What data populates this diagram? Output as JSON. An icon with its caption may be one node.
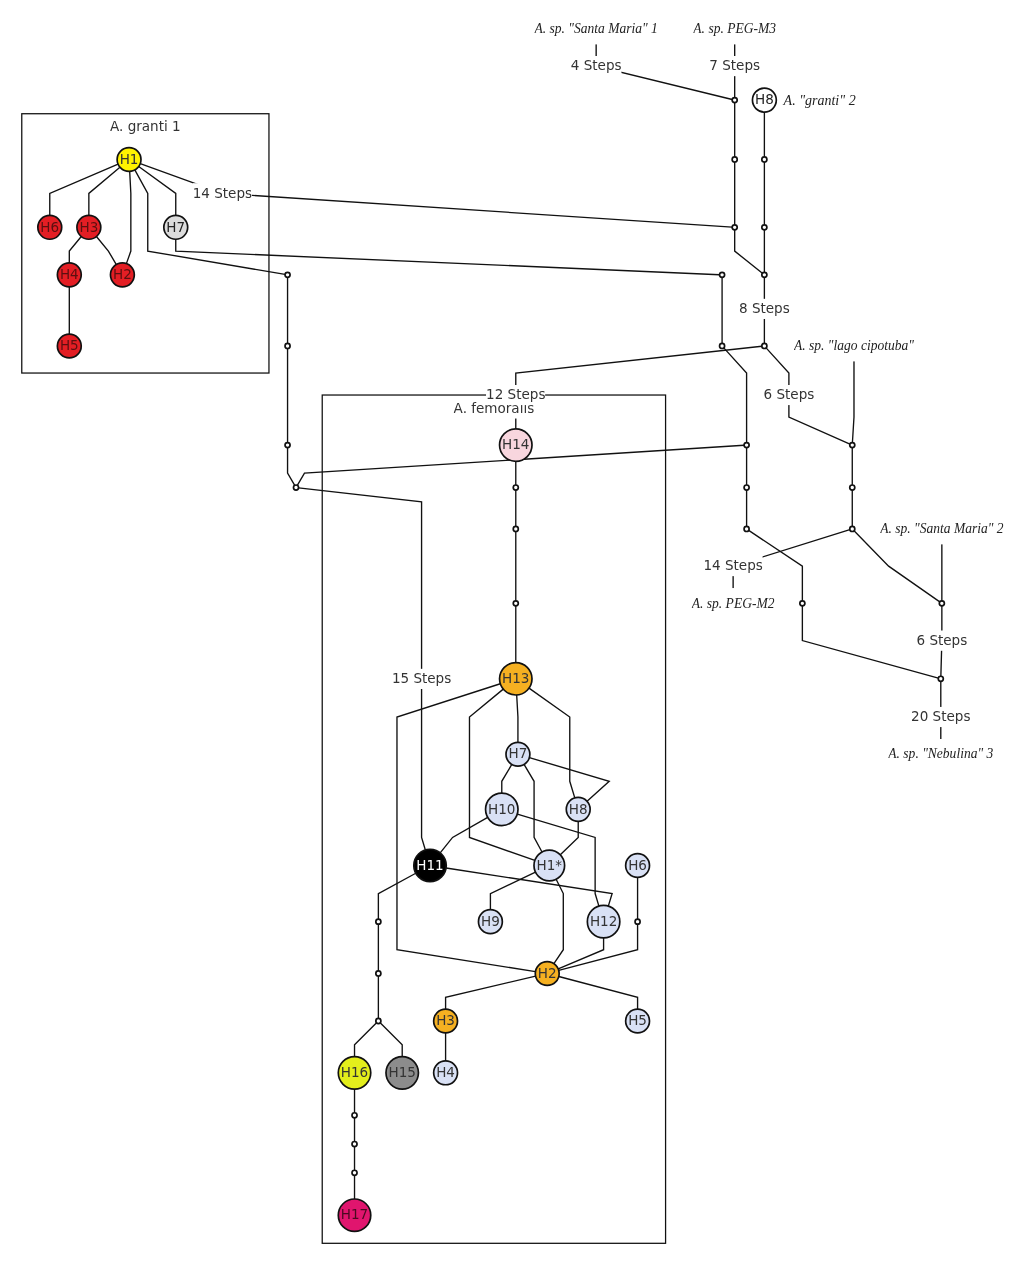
{
  "diagram": {
    "nodes": [
      {
        "text": [
          "A. granti 1"
        ]
      },
      {
        "text": [
          "H6"
        ],
        "in": 0
      },
      {
        "text": [
          "H3"
        ],
        "in": 0
      },
      {
        "text": [
          "H4"
        ],
        "in": 0
      },
      {
        "text": [
          "H5"
        ],
        "in": 0
      },
      {
        "text": [
          "H1"
        ],
        "in": 0
      },
      {
        "text": [
          "H2"
        ],
        "in": 0
      },
      {
        "text": [
          "H7"
        ],
        "in": 0
      },
      {
        "text": [
          "A. sp. \"Santa Maria\" 1"
        ]
      },
      {
        "text": [],
        "shape": "circle"
      },
      {
        "text": [],
        "shape": "circle"
      },
      {
        "text": [],
        "shape": "circle"
      },
      {
        "text": [],
        "shape": "circle"
      },
      {
        "text": [
          "A. sp. PEG-M3"
        ]
      },
      {
        "text": [],
        "shape": "circle"
      },
      {
        "text": [],
        "shape": "circle"
      },
      {
        "text": [],
        "shape": "circle"
      },
      {
        "text": [
          "H8"
        ],
        "beside": [
          "A. \"granti\" 2"
        ]
      },
      {
        "text": [],
        "shape": "circle"
      },
      {
        "text": [],
        "shape": "circle"
      },
      {
        "text": [],
        "shape": "circle"
      },
      {
        "text": [
          "A. sp. \"Santa Maria\" 2"
        ]
      },
      {
        "text": [],
        "shape": "circle"
      },
      {
        "text": [],
        "shape": "circle"
      },
      {
        "text": [],
        "shape": "circle"
      },
      {
        "text": [],
        "shape": "circle"
      },
      {
        "text": [],
        "shape": "circle"
      },
      {
        "text": [
          "A. sp. \"lago cipotuba\""
        ]
      },
      {
        "text": [],
        "shape": "circle"
      },
      {
        "text": [],
        "shape": "circle"
      },
      {
        "text": [],
        "shape": "circle"
      },
      {
        "text": [],
        "shape": "circle"
      },
      {
        "text": [],
        "shape": "circle"
      },
      {
        "text": [],
        "shape": "circle"
      },
      {
        "text": [],
        "shape": "circle"
      },
      {
        "text": [
          "A. sp. PEG-M2"
        ]
      },
      {
        "text": [
          "A. sp. \"Nebulina\" 3"
        ]
      },
      {
        "text": [
          "A. femoralis"
        ]
      },
      {
        "text": [
          "H14"
        ],
        "in": 37
      },
      {
        "text": [
          "H7"
        ],
        "in": 37
      },
      {
        "text": [
          "H10"
        ],
        "in": 37
      },
      {
        "text": [
          "H11"
        ],
        "in": 37
      },
      {
        "text": [],
        "shape": "circle",
        "in": 37
      },
      {
        "text": [],
        "shape": "circle",
        "in": 37
      },
      {
        "text": [],
        "shape": "circle",
        "in": 37
      },
      {
        "text": [
          "H16"
        ],
        "in": 37
      },
      {
        "text": [],
        "shape": "circle",
        "in": 37
      },
      {
        "text": [
          "H15"
        ],
        "in": 37
      },
      {
        "text": [],
        "shape": "circle",
        "in": 37
      },
      {
        "text": [
          "H6"
        ],
        "in": 37
      },
      {
        "text": [
          "H12"
        ],
        "in": 37
      },
      {
        "text": [
          "H8"
        ],
        "in": 37
      },
      {
        "text": [],
        "shape": "circle",
        "in": 37
      },
      {
        "text": [],
        "shape": "circle",
        "in": 37
      },
      {
        "text": [
          "H13"
        ],
        "in": 37
      },
      {
        "text": [
          "H1*"
        ],
        "in": 37
      },
      {
        "text": [
          "H9"
        ],
        "in": 37
      },
      {
        "text": [],
        "shape": "circle",
        "in": 37
      },
      {
        "text": [],
        "shape": "circle",
        "in": 37
      },
      {
        "text": [],
        "shape": "circle",
        "in": 37
      },
      {
        "text": [
          "H2"
        ],
        "in": 37
      },
      {
        "text": [
          "H17"
        ],
        "in": 37
      },
      {
        "text": [
          "H3"
        ],
        "in": 37
      },
      {
        "text": [
          "H5"
        ],
        "in": 37
      },
      {
        "text": [
          "H4"
        ],
        "in": 37
      }
    ],
    "edges": [
      {
        "from": 5,
        "to": 1,
        "arrow": "none"
      },
      {
        "from": 5,
        "to": 2,
        "arrow": "none"
      },
      {
        "from": 2,
        "to": 3,
        "arrow": "none"
      },
      {
        "from": 3,
        "to": 4,
        "arrow": "none"
      },
      {
        "from": 2,
        "to": 6,
        "arrow": "none"
      },
      {
        "from": 5,
        "to": 6,
        "arrow": "none"
      },
      {
        "from": 5,
        "to": 7,
        "arrow": "none"
      },
      {
        "from": 5,
        "to": 9,
        "arrow": "none"
      },
      {
        "from": 7,
        "to": 10,
        "arrow": "none"
      },
      {
        "from": 10,
        "to": 11,
        "arrow": "none"
      },
      {
        "from": 11,
        "to": 22,
        "arrow": "none"
      },
      {
        "from": 9,
        "to": 12,
        "arrow": "none"
      },
      {
        "from": 12,
        "to": 23,
        "arrow": "none"
      },
      {
        "from": 23,
        "to": 26,
        "arrow": "none"
      },
      {
        "from": 22,
        "to": 26,
        "arrow": "none"
      },
      {
        "from": 22,
        "to": 24,
        "arrow": "none"
      },
      {
        "from": 24,
        "to": 25,
        "arrow": "none"
      },
      {
        "from": 25,
        "to": 28,
        "arrow": "none"
      },
      {
        "from": 28,
        "to": 34,
        "arrow": "none"
      },
      {
        "from": 5,
        "to": 16,
        "arrow": "none",
        "label": "14 Steps"
      },
      {
        "from": 8,
        "to": 14,
        "arrow": "none",
        "label": "4 Steps"
      },
      {
        "from": 13,
        "to": 14,
        "arrow": "none",
        "label": "7 Steps"
      },
      {
        "from": 14,
        "to": 15,
        "arrow": "none"
      },
      {
        "from": 15,
        "to": 16,
        "arrow": "none"
      },
      {
        "from": 16,
        "to": 20,
        "arrow": "none"
      },
      {
        "from": 17,
        "to": 18,
        "arrow": "none"
      },
      {
        "from": 18,
        "to": 19,
        "arrow": "none"
      },
      {
        "from": 19,
        "to": 20,
        "arrow": "none"
      },
      {
        "from": 20,
        "to": 29,
        "arrow": "none",
        "label": "8 Steps"
      },
      {
        "from": 29,
        "to": 30,
        "arrow": "none",
        "label": "6 Steps"
      },
      {
        "from": 27,
        "to": 30,
        "arrow": "none"
      },
      {
        "from": 30,
        "to": 31,
        "arrow": "none"
      },
      {
        "from": 31,
        "to": 32,
        "arrow": "none"
      },
      {
        "from": 32,
        "to": 35,
        "arrow": "none",
        "label": "14 Steps"
      },
      {
        "from": 32,
        "to": 33,
        "arrow": "none"
      },
      {
        "from": 21,
        "to": 33,
        "arrow": "none"
      },
      {
        "from": 33,
        "to": 34,
        "arrow": "none",
        "label": "6 Steps"
      },
      {
        "from": 34,
        "to": 36,
        "arrow": "none",
        "label": "20 Steps"
      },
      {
        "from": 29,
        "to": 38,
        "arrow": "none",
        "label": "12 Steps"
      },
      {
        "from": 26,
        "to": 41,
        "arrow": "none",
        "label": "15 Steps"
      },
      {
        "from": 38,
        "to": 48,
        "arrow": "none"
      },
      {
        "from": 48,
        "to": 52,
        "arrow": "none"
      },
      {
        "from": 52,
        "to": 53,
        "arrow": "none"
      },
      {
        "from": 53,
        "to": 54,
        "arrow": "none"
      },
      {
        "from": 54,
        "to": 39,
        "arrow": "none"
      },
      {
        "from": 54,
        "to": 51,
        "arrow": "none"
      },
      {
        "from": 54,
        "to": 55,
        "arrow": "none"
      },
      {
        "from": 54,
        "to": 60,
        "arrow": "none"
      },
      {
        "from": 39,
        "to": 51,
        "arrow": "none"
      },
      {
        "from": 39,
        "to": 55,
        "arrow": "none"
      },
      {
        "from": 51,
        "to": 55,
        "arrow": "none"
      },
      {
        "from": 39,
        "to": 40,
        "arrow": "none"
      },
      {
        "from": 55,
        "to": 56,
        "arrow": "none"
      },
      {
        "from": 55,
        "to": 60,
        "arrow": "none"
      },
      {
        "from": 40,
        "to": 50,
        "arrow": "none"
      },
      {
        "from": 40,
        "to": 41,
        "arrow": "none"
      },
      {
        "from": 41,
        "to": 50,
        "arrow": "none"
      },
      {
        "from": 50,
        "to": 60,
        "arrow": "none"
      },
      {
        "from": 49,
        "to": 57,
        "arrow": "none"
      },
      {
        "from": 57,
        "to": 60,
        "arrow": "none"
      },
      {
        "from": 41,
        "to": 42,
        "arrow": "none"
      },
      {
        "from": 42,
        "to": 43,
        "arrow": "none"
      },
      {
        "from": 43,
        "to": 44,
        "arrow": "none"
      },
      {
        "from": 44,
        "to": 47,
        "arrow": "none"
      },
      {
        "from": 44,
        "to": 45,
        "arrow": "none"
      },
      {
        "from": 45,
        "to": 46,
        "arrow": "none"
      },
      {
        "from": 46,
        "to": 58,
        "arrow": "none"
      },
      {
        "from": 58,
        "to": 59,
        "arrow": "none"
      },
      {
        "from": 59,
        "to": 61,
        "arrow": "none"
      },
      {
        "from": 60,
        "to": 62,
        "arrow": "none"
      },
      {
        "from": 62,
        "to": 64,
        "arrow": "none"
      },
      {
        "from": 60,
        "to": 63,
        "arrow": "none"
      }
    ]
  }
}
